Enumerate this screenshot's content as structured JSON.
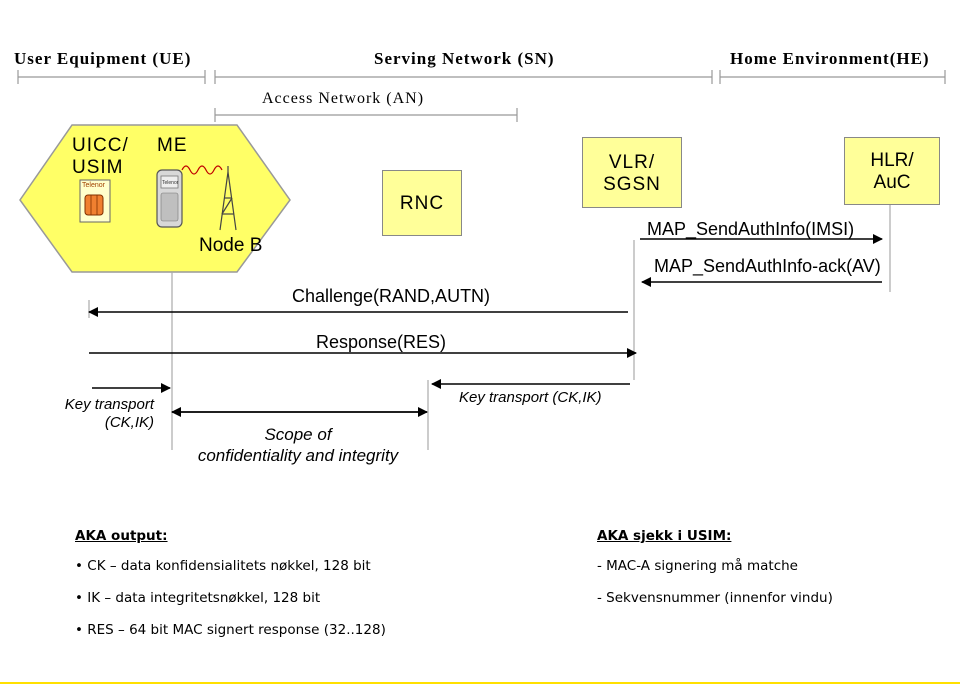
{
  "headers": {
    "ue": "User Equipment (UE)",
    "sn": "Serving Network (SN)",
    "he": "Home Environment(HE)",
    "an": "Access Network (AN)"
  },
  "entities": {
    "uicc_line1": "UICC/",
    "uicc_line2": "USIM",
    "me": "ME",
    "sim_brand": "Telenor",
    "phone_brand": "Telenor",
    "node_b": "Node B",
    "rnc": "RNC",
    "vlr_line1": "VLR/",
    "vlr_line2": "SGSN",
    "hlr_line1": "HLR/",
    "hlr_line2": "AuC"
  },
  "messages": {
    "send_auth_info": "MAP_SendAuthInfo(IMSI)",
    "send_auth_info_ack": "MAP_SendAuthInfo-ack(AV)",
    "challenge": "Challenge(RAND,AUTN)",
    "response": "Response(RES)"
  },
  "key_transport": {
    "left_line1": "Key transport",
    "left_line2": "(CK,IK)",
    "scope_line1": "Scope of",
    "scope_line2": "confidentiality and integrity",
    "right": "Key transport (CK,IK)"
  },
  "aka_output": {
    "title": "AKA output:",
    "items": [
      "CK – data konfidensialitets nøkkel, 128 bit",
      "IK – data integritetsnøkkel, 128 bit",
      "RES – 64 bit MAC signert response (32..128)"
    ]
  },
  "aka_check": {
    "title": "AKA sjekk i USIM:",
    "items": [
      "- MAC-A signering må matche",
      "- Sekvensnummer (innenfor vindu)"
    ]
  },
  "colors": {
    "box_fill": "#ffff99",
    "hexagon_fill": "#ffff66",
    "sim_fill": "#f08030",
    "antenna_wave": "#c00000"
  }
}
